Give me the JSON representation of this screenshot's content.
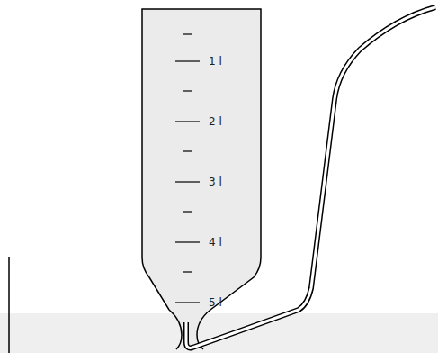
{
  "diagram": {
    "labels": [
      "1 l",
      "2 l",
      "3 l",
      "4 l",
      "5 l"
    ]
  }
}
